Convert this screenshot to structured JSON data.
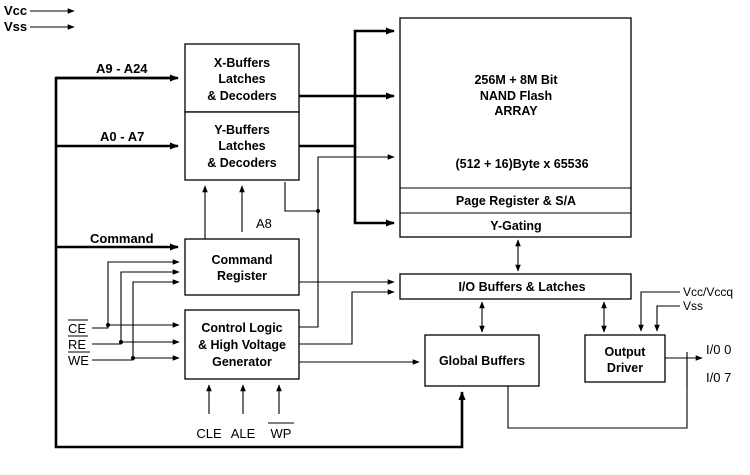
{
  "power": {
    "vcc": "Vcc",
    "vss": "Vss"
  },
  "buses": {
    "addr_high": "A9 - A24",
    "addr_low": "A0 - A7",
    "command": "Command",
    "a8": "A8"
  },
  "blocks": {
    "x_buffers": [
      "X-Buffers",
      "Latches",
      "& Decoders"
    ],
    "y_buffers": [
      "Y-Buffers",
      "Latches",
      "& Decoders"
    ],
    "command_register": [
      "Command",
      "Register"
    ],
    "control_logic": [
      "Control Logic",
      "& High Voltage",
      "Generator"
    ],
    "array": [
      "256M + 8M Bit",
      "NAND Flash",
      "ARRAY"
    ],
    "array_org": "(512 + 16)Byte x 65536",
    "page_register": "Page Register & S/A",
    "y_gating": "Y-Gating",
    "io_buffers": "I/O Buffers & Latches",
    "global_buffers": "Global Buffers",
    "output_driver": [
      "Output",
      "Driver"
    ]
  },
  "signals": {
    "ce": "CE",
    "re": "RE",
    "we": "WE",
    "cle": "CLE",
    "ale": "ALE",
    "wp": "WP",
    "vccq": "Vcc/Vccq",
    "vss_out": "Vss",
    "io0": "I/0 0",
    "io7": "I/0 7"
  }
}
